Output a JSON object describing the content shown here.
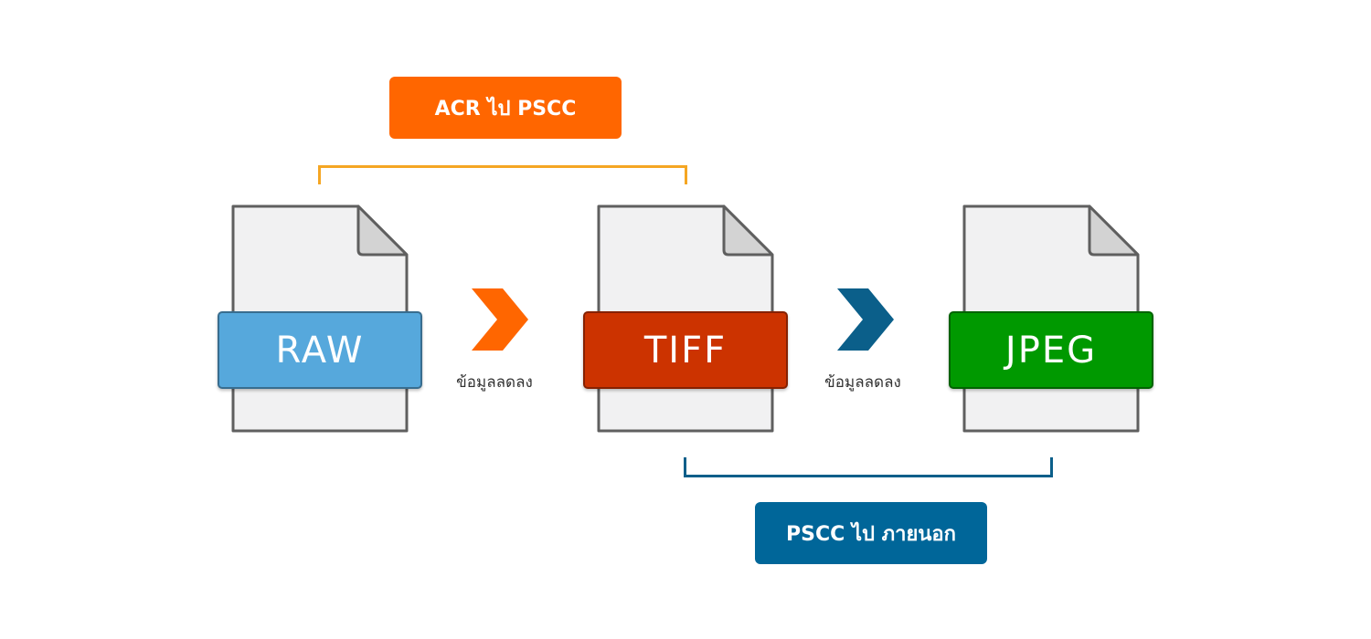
{
  "diagram": {
    "top_box": {
      "label": "ACR ไป PSCC",
      "color": "#ff6600"
    },
    "bottom_box": {
      "label": "PSCC ไป ภายนอก",
      "color": "#006699"
    },
    "top_bracket_color": "#f5a623",
    "bottom_bracket_color": "#0b5f8a",
    "files": [
      {
        "label": "RAW",
        "color": "#56a8dc",
        "corner_color": "#2c6a8e"
      },
      {
        "label": "TIFF",
        "color": "#cc3300",
        "corner_color": "#8e2500"
      },
      {
        "label": "JPEG",
        "color": "#009900",
        "corner_color": "#066b06"
      }
    ],
    "arrows": [
      {
        "caption": "ข้อมูลลดลง",
        "color": "#ff6600",
        "icon": "chevron-right-icon"
      },
      {
        "caption": "ข้อมูลลดลง",
        "color": "#0b5f8a",
        "icon": "chevron-right-icon"
      }
    ]
  }
}
